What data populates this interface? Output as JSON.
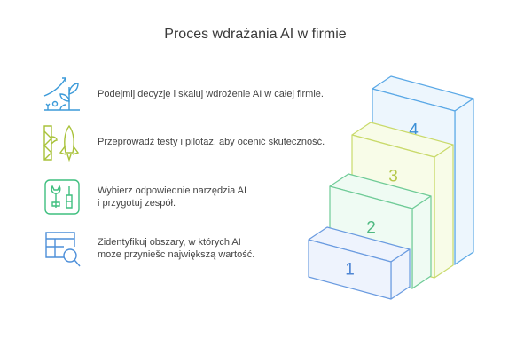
{
  "title": "Proces wdrażania AI w firmie",
  "steps": [
    {
      "icon": "growth-plant-icon",
      "text": "Podejmij decyzję i skaluj  wdrożenie AI w całej firmie.",
      "color": "#3b9ad9"
    },
    {
      "icon": "rocket-launch-icon",
      "text": "Przeprowadź testy i pilotaż, aby ocenić skuteczność.",
      "color": "#a9c23a"
    },
    {
      "icon": "tools-icon",
      "text": "Wybierz odpowiednie narzędzia AI\ni przygotuj zespół.",
      "color": "#3fbf7f"
    },
    {
      "icon": "table-search-icon",
      "text": "Zidentyfikuj obszary, w których AI\nmoze przyniešc największą wartość.",
      "color": "#4d8fd9"
    }
  ],
  "stairs": [
    {
      "label": "1",
      "stroke": "#6a9be0",
      "fill": "#eef3fd",
      "text": "#4f86d4"
    },
    {
      "label": "2",
      "stroke": "#6fcb97",
      "fill": "#effbf3",
      "text": "#4fb981"
    },
    {
      "label": "3",
      "stroke": "#c9da6b",
      "fill": "#f8fce8",
      "text": "#b5c84a"
    },
    {
      "label": "4",
      "stroke": "#5aa8e6",
      "fill": "#edf6fd",
      "text": "#3b8fd6"
    }
  ]
}
